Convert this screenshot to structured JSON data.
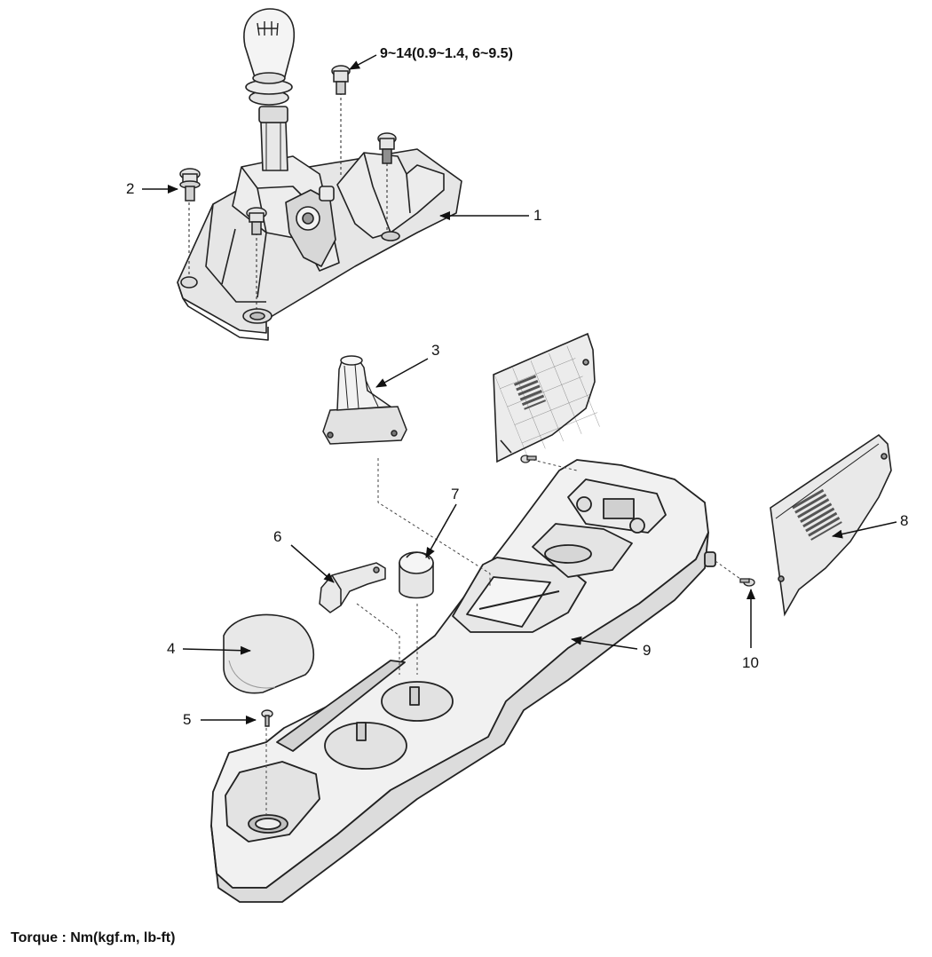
{
  "torque_spec": "9~14(0.9~1.4, 6~9.5)",
  "footer": "Torque : Nm(kgf.m, lb-ft)",
  "callouts": [
    "1",
    "2",
    "3",
    "4",
    "5",
    "6",
    "7",
    "8",
    "9",
    "10"
  ],
  "colors": {
    "line": "#222222",
    "fill": "#f2f2f2",
    "shade": "#cfcfcf",
    "dark": "#8a8a8a"
  }
}
